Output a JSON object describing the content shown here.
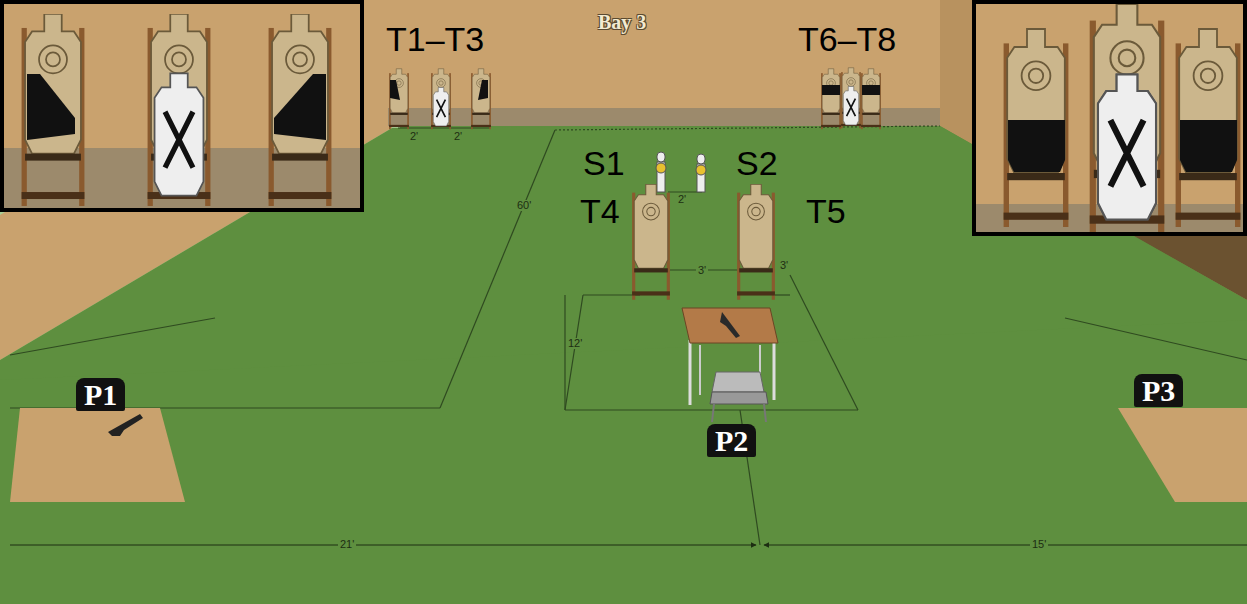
{
  "diagram": {
    "title": "Bay 3",
    "nodes": [
      {
        "text": [
          "P1"
        ]
      },
      {
        "text": [
          "P2"
        ]
      },
      {
        "text": [
          "P3"
        ]
      }
    ],
    "labels": [
      "T1–T3",
      "T6–T8",
      "S1",
      "S2",
      "T4",
      "T5",
      "2'",
      "2'",
      "60'",
      "2'",
      "3'",
      "3'",
      "12'",
      "21'",
      "15'"
    ]
  }
}
